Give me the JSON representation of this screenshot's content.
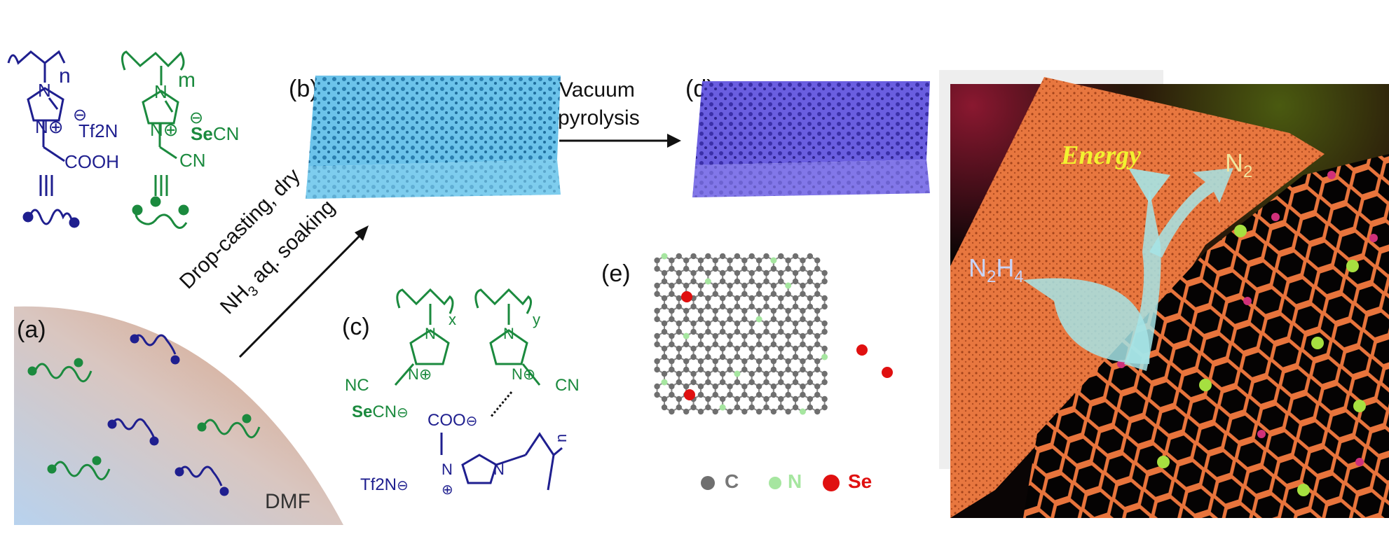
{
  "panels": {
    "a": "(a)",
    "b": "(b)",
    "c": "(c)",
    "d": "(d)",
    "e": "(e)"
  },
  "left_chem": {
    "poly1_subscript": "n",
    "poly1_anion_charge": "⊖",
    "poly1_anion": "Tf2N",
    "poly1_group": "COOH",
    "poly2_subscript": "m",
    "poly2_anion_charge": "⊖",
    "poly2_anion_bold": "Se",
    "poly2_anion_rest": "CN",
    "poly2_group": "CN"
  },
  "step1": {
    "line1": "Drop-casting, dry",
    "line2_pre": "NH",
    "line2_sub": "3",
    "line2_post": " aq. soaking"
  },
  "step2": {
    "line1": "Vacuum",
    "line2": "pyrolysis"
  },
  "solvent": "DMF",
  "panel_c": {
    "x": "x",
    "y": "y",
    "n": "n",
    "nc_left": "NC",
    "cn_right": "CN",
    "secn_bold": "Se",
    "secn_rest": "CN",
    "coo": "COO",
    "tf2n": "Tf2N"
  },
  "legend": {
    "c": "C",
    "n": "N",
    "se": "Se"
  },
  "photo": {
    "energy": "Energy",
    "n2": "N2",
    "n2h4": "N2H4"
  },
  "colors": {
    "navy": "#1f1f8f",
    "green": "#1b8a3e",
    "foam_blue": "#5bb8e6",
    "foam_purple": "#5a50d6",
    "carbon": "#6f6f6f",
    "nitrogen": "#a6e6a0",
    "selenium": "#e01010"
  }
}
